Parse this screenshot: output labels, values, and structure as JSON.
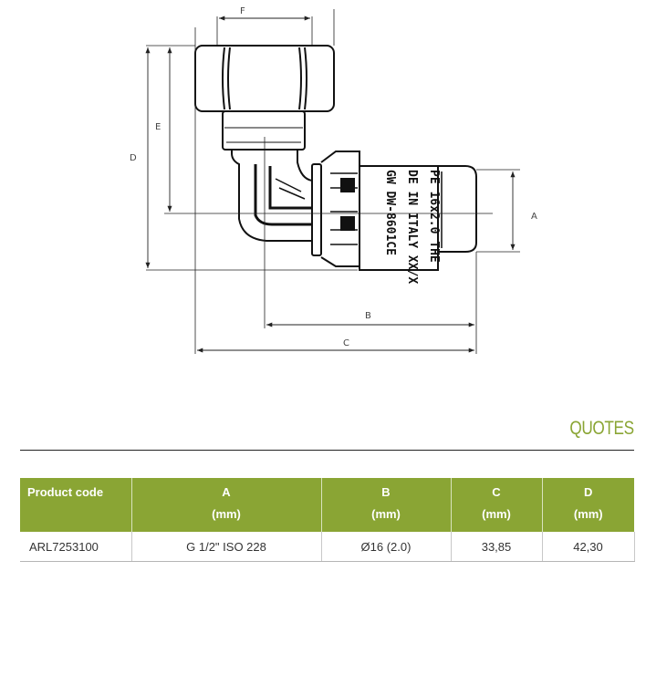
{
  "drawing": {
    "dimension_labels": {
      "a": "A",
      "b": "B",
      "c": "C",
      "d": "D",
      "e": "E",
      "f": "F"
    },
    "marking_lines": [
      "PE 16x2.0 THE",
      "DE IN ITALY XX/X",
      "GW DW-8601CE"
    ]
  },
  "quotes": {
    "title": "QUOTES"
  },
  "table": {
    "headers": [
      {
        "title": "Product code",
        "unit": ""
      },
      {
        "title": "A",
        "unit": "(mm)"
      },
      {
        "title": "B",
        "unit": "(mm)"
      },
      {
        "title": "C",
        "unit": "(mm)"
      },
      {
        "title": "D",
        "unit": "(mm)"
      }
    ],
    "rows": [
      [
        "ARL7253100",
        "G 1/2\" ISO 228",
        "Ø16 (2.0)",
        "33,85",
        "42,30"
      ]
    ]
  }
}
